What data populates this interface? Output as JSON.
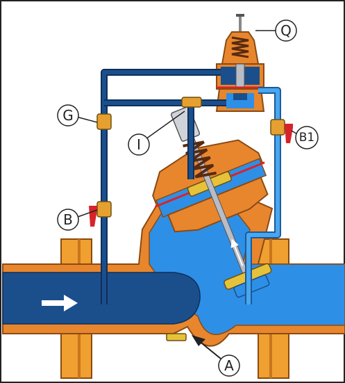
{
  "labels": {
    "Q": "Q",
    "G": "G",
    "I": "I",
    "B1": "B1",
    "B": "B",
    "A": "A"
  },
  "colors": {
    "dark_water": "#1b4f8c",
    "light_water": "#2e8fe6",
    "body_orange": "#e8862e",
    "body_outline": "#8a4a12",
    "brass": "#e6c23a",
    "handle_red": "#d8232a",
    "flange_orange": "#f0a030"
  },
  "flow_arrow": "white-right-arrow"
}
